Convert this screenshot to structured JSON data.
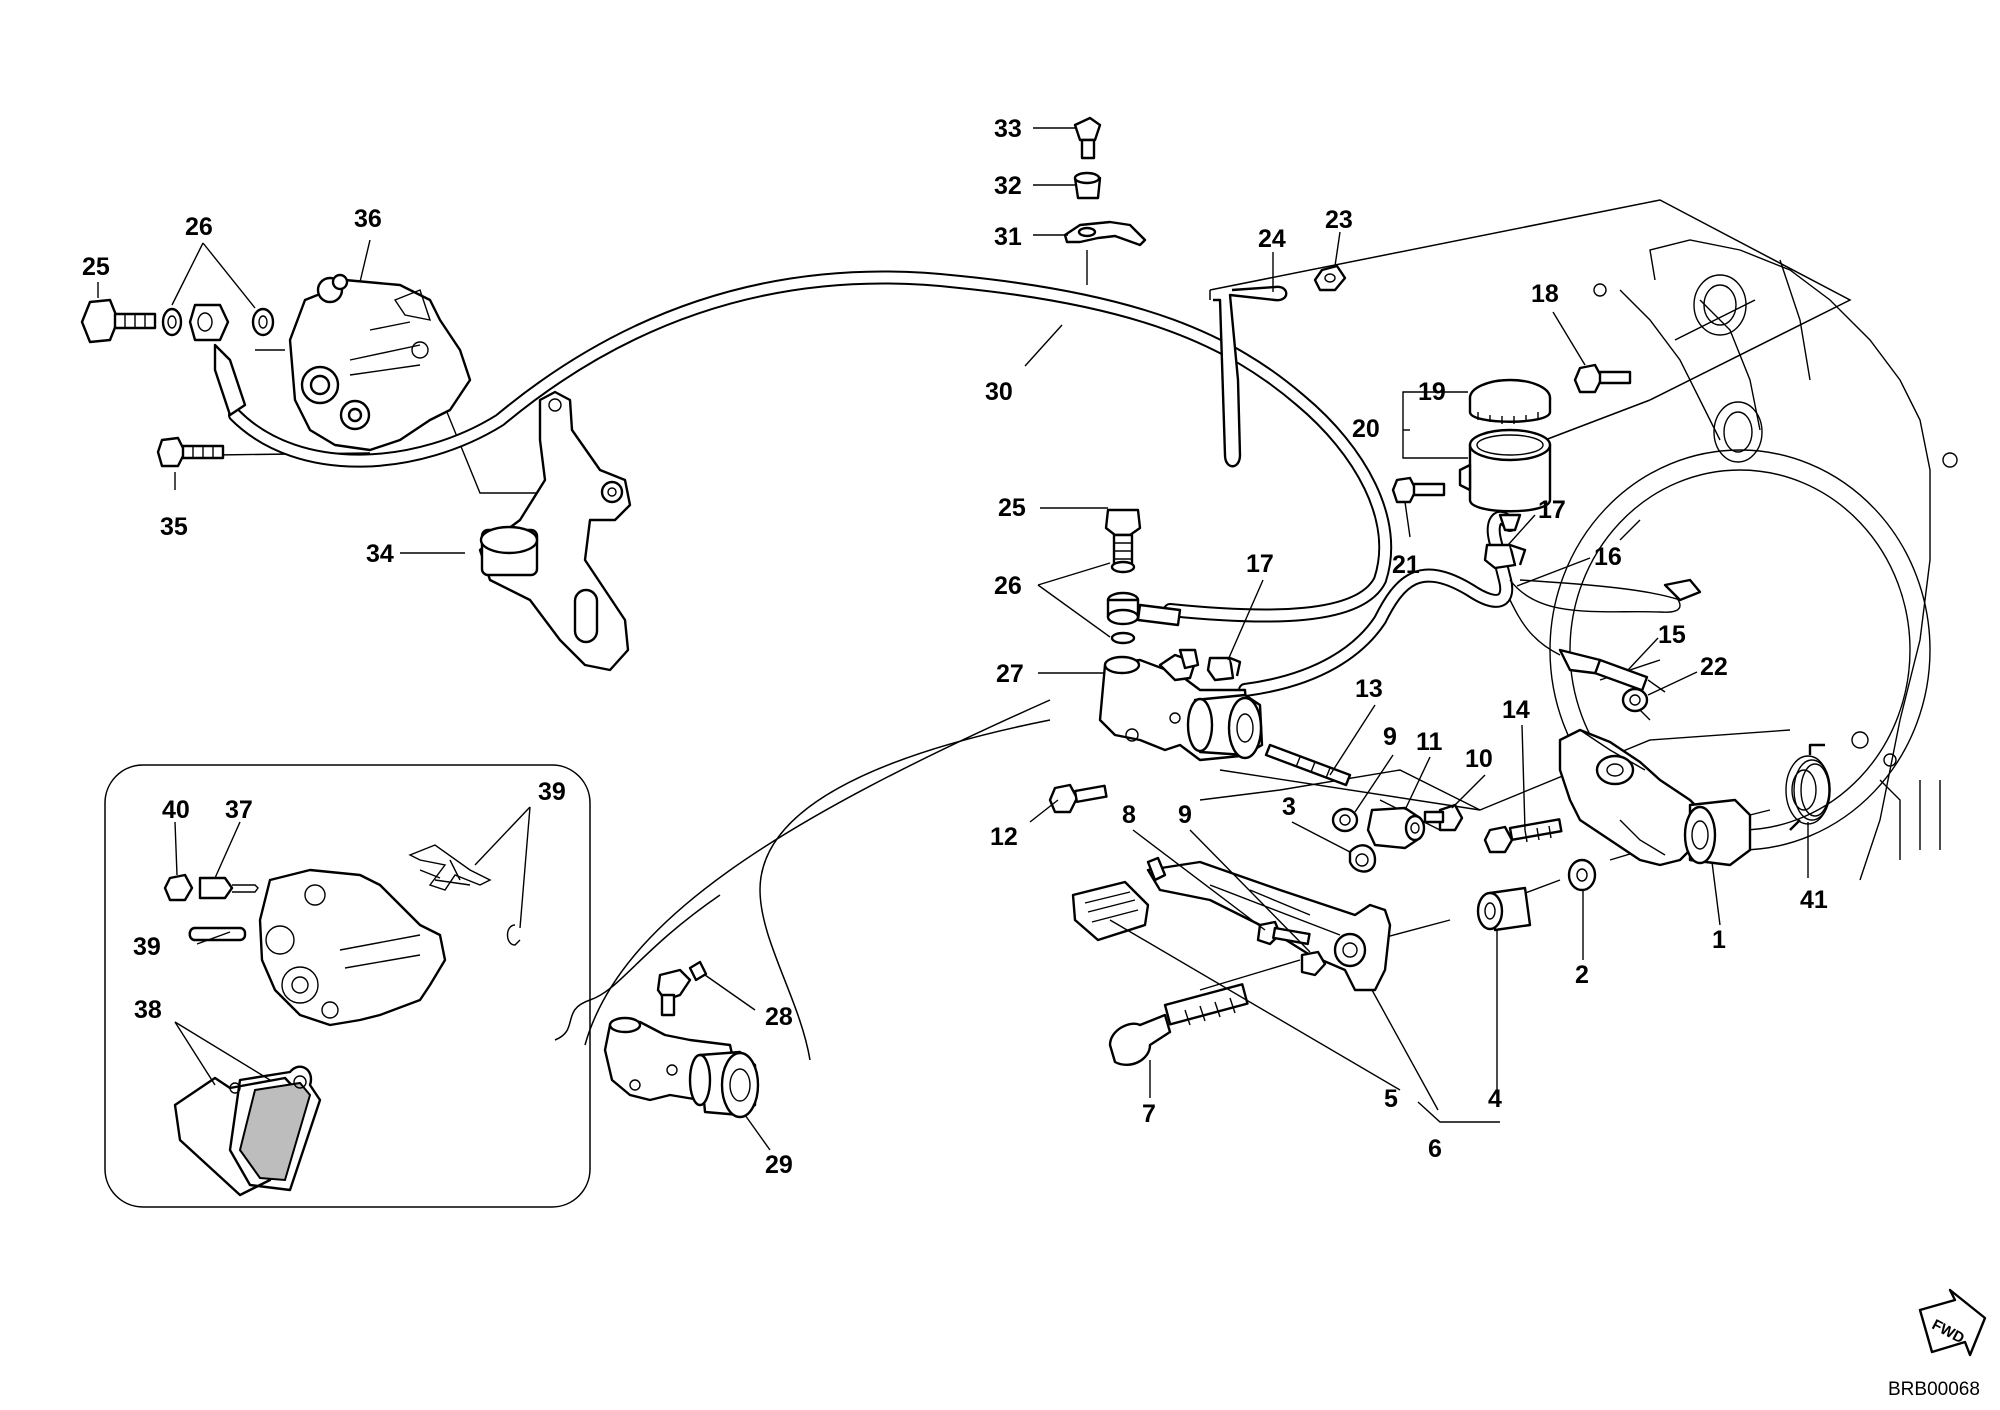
{
  "callouts": {
    "n1": "1",
    "n2": "2",
    "n3": "3",
    "n4": "4",
    "n5": "5",
    "n6": "6",
    "n7": "7",
    "n8": "8",
    "n9a": "9",
    "n9b": "9",
    "n10": "10",
    "n11": "11",
    "n12": "12",
    "n13": "13",
    "n14": "14",
    "n15": "15",
    "n16": "16",
    "n17a": "17",
    "n17b": "17",
    "n18": "18",
    "n19": "19",
    "n20": "20",
    "n21": "21",
    "n22": "22",
    "n23": "23",
    "n24": "24",
    "n25a": "25",
    "n25b": "25",
    "n26a": "26",
    "n26b": "26",
    "n27": "27",
    "n28": "28",
    "n29": "29",
    "n30": "30",
    "n31": "31",
    "n32": "32",
    "n33": "33",
    "n34": "34",
    "n35": "35",
    "n36": "36",
    "n37": "37",
    "n38": "38",
    "n39a": "39",
    "n39b": "39",
    "n40": "40",
    "n41": "41"
  },
  "fwd_label": "FWD",
  "drawing_code": "BRB00068",
  "icons": {
    "direction": "fwd-arrow-icon"
  },
  "colors": {
    "line": "#000000",
    "background": "#ffffff",
    "shading": "#bdbdbd"
  }
}
